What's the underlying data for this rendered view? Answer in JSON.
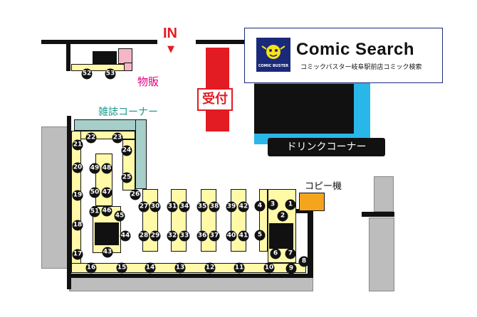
{
  "entrance": {
    "label": "IN",
    "arrow": "▼"
  },
  "reception": {
    "label": "受付"
  },
  "merch": {
    "label": "物販"
  },
  "magazine": {
    "label": "雑誌コーナー"
  },
  "drink": {
    "label": "ドリンクコーナー"
  },
  "copy": {
    "label": "コピー機"
  },
  "logo": {
    "title": "Comic Search",
    "subtitle": "コミックバスター岐阜駅前店コミック検索",
    "badge": "COMIC BUSTER"
  },
  "colors": {
    "shelf": "#fff9a8",
    "magazine_shelf": "#a6cfc9",
    "reception": "#e31b23",
    "drink": "#29b6e8",
    "copy_machine": "#f4a51c",
    "merch_label": "#e4007f",
    "magazine_label": "#1a9c8c",
    "logo_navy": "#1a2a7a"
  },
  "seats": [
    "1",
    "2",
    "3",
    "4",
    "5",
    "6",
    "7",
    "8",
    "9",
    "10",
    "11",
    "12",
    "13",
    "14",
    "15",
    "16",
    "17",
    "18",
    "19",
    "20",
    "21",
    "22",
    "23",
    "24",
    "25",
    "26",
    "27",
    "28",
    "29",
    "30",
    "31",
    "32",
    "33",
    "34",
    "35",
    "36",
    "37",
    "38",
    "39",
    "40",
    "41",
    "42",
    "43",
    "44",
    "45",
    "46",
    "47",
    "48",
    "49",
    "50",
    "51",
    "52",
    "53"
  ]
}
